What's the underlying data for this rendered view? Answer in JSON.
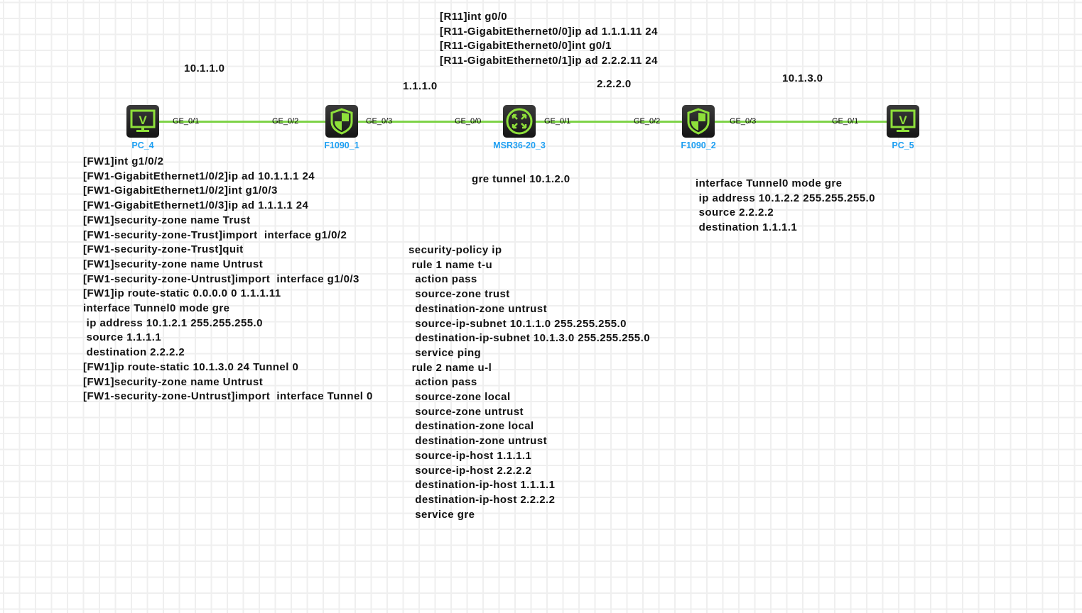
{
  "devices": [
    {
      "name": "PC_4",
      "type": "pc"
    },
    {
      "name": "F1090_1",
      "type": "firewall"
    },
    {
      "name": "MSR36-20_3",
      "type": "router"
    },
    {
      "name": "F1090_2",
      "type": "firewall"
    },
    {
      "name": "PC_5",
      "type": "pc"
    }
  ],
  "ports": [
    "GE_0/1",
    "GE_0/2",
    "GE_0/3",
    "GE_0/0",
    "GE_0/1",
    "GE_0/2",
    "GE_0/3",
    "GE_0/1"
  ],
  "networks": {
    "n1": "10.1.1.0",
    "n2": "1.1.1.0",
    "n3": "2.2.2.0",
    "n4": "10.1.3.0",
    "gre": "gre tunnel 10.1.2.0"
  },
  "link_color": "#7ed348",
  "label_color": "#1e9ff2",
  "r11_config": [
    "[R11]int g0/0",
    "[R11-GigabitEthernet0/0]ip ad 1.1.1.11 24",
    "[R11-GigabitEthernet0/0]int g0/1",
    "[R11-GigabitEthernet0/1]ip ad 2.2.2.11 24"
  ],
  "fw1_config": [
    "[FW1]int g1/0/2",
    "[FW1-GigabitEthernet1/0/2]ip ad 10.1.1.1 24",
    "[FW1-GigabitEthernet1/0/2]int g1/0/3",
    "[FW1-GigabitEthernet1/0/3]ip ad 1.1.1.1 24",
    "[FW1]security-zone name Trust",
    "[FW1-security-zone-Trust]import  interface g1/0/2",
    "[FW1-security-zone-Trust]quit",
    "[FW1]security-zone name Untrust",
    "[FW1-security-zone-Untrust]import  interface g1/0/3",
    "[FW1]ip route-static 0.0.0.0 0 1.1.1.11",
    "interface Tunnel0 mode gre",
    " ip address 10.1.2.1 255.255.255.0",
    " source 1.1.1.1",
    " destination 2.2.2.2",
    "[FW1]ip route-static 10.1.3.0 24 Tunnel 0",
    "[FW1]security-zone name Untrust",
    "[FW1-security-zone-Untrust]import  interface Tunnel 0"
  ],
  "policy_config": [
    "security-policy ip",
    " rule 1 name t-u",
    "  action pass",
    "  source-zone trust",
    "  destination-zone untrust",
    "  source-ip-subnet 10.1.1.0 255.255.255.0",
    "  destination-ip-subnet 10.1.3.0 255.255.255.0",
    "  service ping",
    " rule 2 name u-l",
    "  action pass",
    "  source-zone local",
    "  source-zone untrust",
    "  destination-zone local",
    "  destination-zone untrust",
    "  source-ip-host 1.1.1.1",
    "  source-ip-host 2.2.2.2",
    "  destination-ip-host 1.1.1.1",
    "  destination-ip-host 2.2.2.2",
    "  service gre"
  ],
  "fw2_config": [
    "interface Tunnel0 mode gre",
    " ip address 10.1.2.2 255.255.255.0",
    " source 2.2.2.2",
    " destination 1.1.1.1"
  ]
}
